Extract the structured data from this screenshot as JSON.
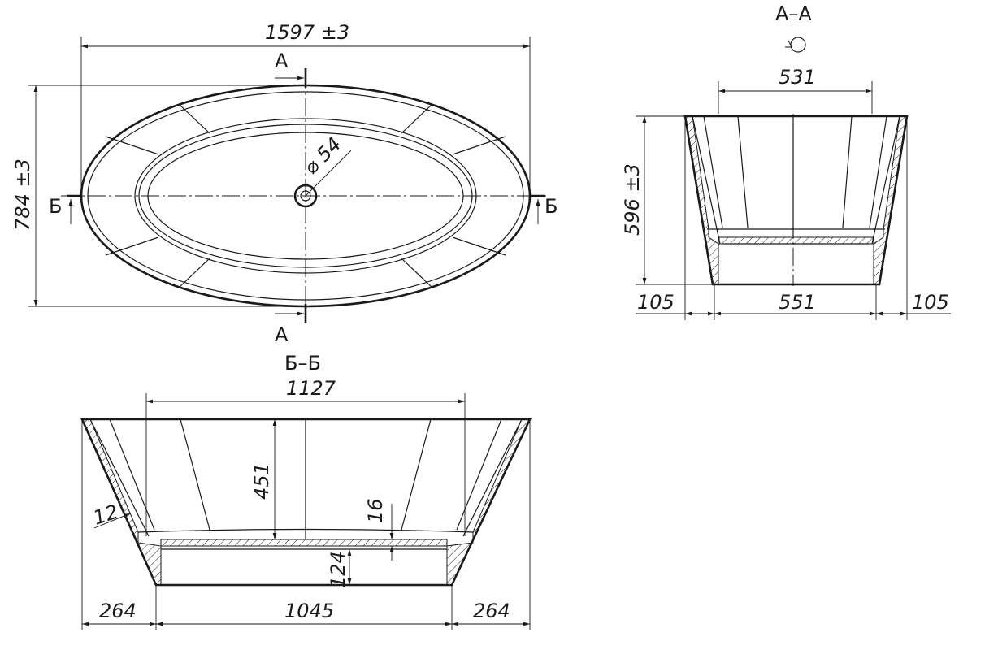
{
  "plan_view": {
    "overall_length": "1597 ±3",
    "overall_width": "784 ±3",
    "drain_diameter": "⌀ 54",
    "section_a_label": "А",
    "section_b_label": "Б"
  },
  "section_aa": {
    "title": "А–А",
    "rotation_symbol": "rotated-view-icon",
    "top_inner_width": "531",
    "height": "596 ±3",
    "left_offset": "105",
    "base_width": "551",
    "right_offset": "105"
  },
  "section_bb": {
    "title": "Б–Б",
    "inner_bottom_length": "1127",
    "inner_depth": "451",
    "wall_thickness": "12",
    "floor_thickness": "16",
    "base_height": "124",
    "left_offset": "264",
    "base_length": "1045",
    "right_offset": "264"
  }
}
